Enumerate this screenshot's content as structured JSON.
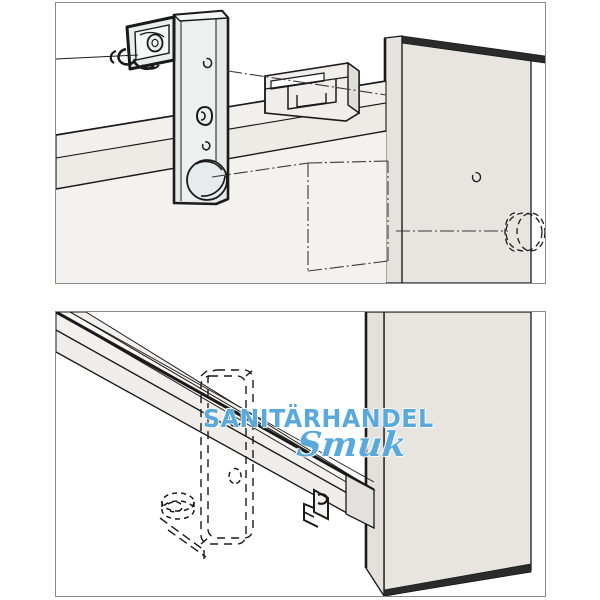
{
  "document": {
    "type": "technical-assembly-illustration",
    "subject": "sliding door suspension bracket mounting",
    "background_color": "#ffffff",
    "panel_border_color": "#8a8a8a"
  },
  "watermark": {
    "brand_text": "SANITÄRHANDEL",
    "script_text": "Smuk",
    "color": "#5aa9dd"
  },
  "panels": [
    {
      "id": "panel-top",
      "name": "assembled-view",
      "caption": "",
      "fill_door": "#e8e4e0",
      "fill_rail": "#f2f0ec",
      "fill_metal": "#e4e6e6",
      "line_color": "#1a1a1a",
      "parts": [
        {
          "name": "suspension-bracket-plate",
          "type": "metal-plate"
        },
        {
          "name": "roller-carriage",
          "type": "wheel-assembly"
        },
        {
          "name": "adjustment-screw-head",
          "type": "round-boss"
        },
        {
          "name": "track-rail",
          "type": "extruded-profile"
        },
        {
          "name": "door-leaf",
          "type": "panel"
        },
        {
          "name": "rail-end-connector",
          "type": "bracket"
        },
        {
          "name": "hidden-outline-reference",
          "type": "dash-dot-construction-line"
        }
      ]
    },
    {
      "id": "panel-bottom",
      "name": "underside-view",
      "caption": "",
      "fill_door": "#e8e4e0",
      "fill_rail": "#f2f0ec",
      "fill_metal": "#e4e6e6",
      "line_color": "#1a1a1a",
      "parts": [
        {
          "name": "track-rail",
          "type": "extruded-profile"
        },
        {
          "name": "door-leaf",
          "type": "panel"
        },
        {
          "name": "bottom-guide-clip",
          "type": "clip"
        },
        {
          "name": "bracket-footprint-outline",
          "type": "dashed-hidden-outline"
        },
        {
          "name": "fixing-hole-upper",
          "type": "hole-marker"
        },
        {
          "name": "fixing-hole-lower",
          "type": "hole-marker"
        },
        {
          "name": "dowel-reference",
          "type": "dashed-circle"
        }
      ]
    }
  ]
}
